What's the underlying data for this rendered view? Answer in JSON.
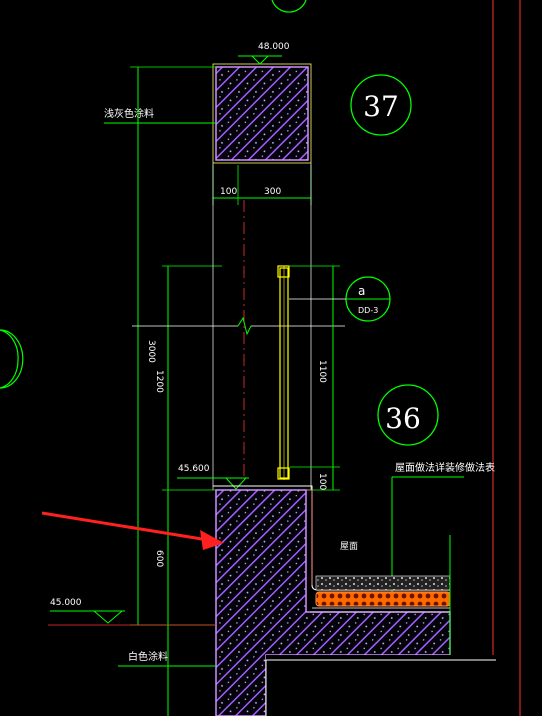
{
  "drawing": {
    "elevations": {
      "top": "48.000",
      "mid": "45.600",
      "floor": "45.000"
    },
    "dims": {
      "w100": "100",
      "w300": "300",
      "h3000": "3000",
      "h1200": "1200",
      "h1100": "1100",
      "h100": "100",
      "h600": "600"
    },
    "callouts": {
      "grid37": "37",
      "grid36": "36",
      "detail_num": "a",
      "detail_ref": "DD-3"
    },
    "notes": {
      "top_finish": "浅灰色涂料",
      "bottom_finish": "白色涂料",
      "roof_note": "屋面做法详装修做法表",
      "roof_word": "屋面"
    },
    "colors": {
      "background": "#000000",
      "dimension": "#00ff00",
      "hatch": "#b070ff",
      "outline": "#ffffff",
      "railing": "#ffff00",
      "arrow": "#ff2020",
      "insulation": "#ff6a00",
      "frame": "#ff3030"
    }
  }
}
